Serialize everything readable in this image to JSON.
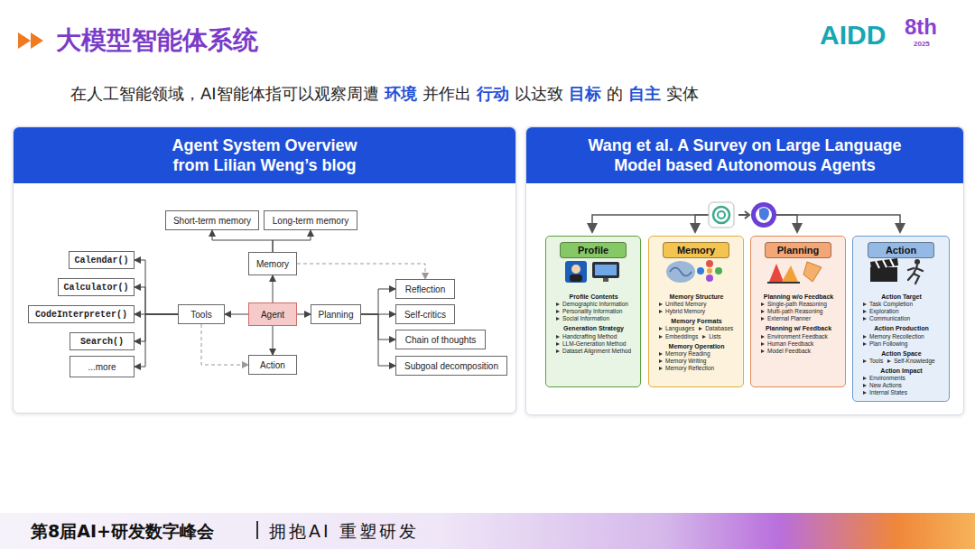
{
  "diagram": {
    "title": "大模型智能体系统",
    "nodes": [
      {
        "text": [
          "Agent System Overview from Lilian Weng’s blog"
        ]
      },
      {
        "text": [
          "Short-term memory"
        ],
        "in": 0
      },
      {
        "text": [
          "Long-term memory"
        ],
        "in": 0
      },
      {
        "text": [
          "Memory"
        ],
        "in": 0
      },
      {
        "text": [
          "Calendar()"
        ],
        "in": 0
      },
      {
        "text": [
          "Calculator()"
        ],
        "in": 0
      },
      {
        "text": [
          "CodeInterpreter()"
        ],
        "in": 0
      },
      {
        "text": [
          "Search()"
        ],
        "in": 0
      },
      {
        "text": [
          "...more"
        ],
        "in": 0
      },
      {
        "text": [
          "Tools"
        ],
        "in": 0
      },
      {
        "text": [
          "Agent"
        ],
        "in": 0
      },
      {
        "text": [
          "Planning"
        ],
        "in": 0
      },
      {
        "text": [
          "Reflection"
        ],
        "in": 0
      },
      {
        "text": [
          "Self-critics"
        ],
        "in": 0
      },
      {
        "text": [
          "Chain of thoughts"
        ],
        "in": 0
      },
      {
        "text": [
          "Subgoal decomposition"
        ],
        "in": 0
      },
      {
        "text": [
          "Action"
        ],
        "in": 0
      },
      {
        "text": [
          "Wang et al. A Survey on Large Language Model based Autonomous Agents"
        ]
      },
      {
        "text": [
          "Profile",
          "Profile Contents",
          "Demographic Information",
          "Personality Information",
          "Social Information",
          "Generation Strategy",
          "Handcrafting Method",
          "LLM-Generation Method",
          "Dataset Alignment Method"
        ],
        "in": 17
      },
      {
        "text": [
          "Memory",
          "Memory Structure",
          "Unified Memory",
          "Hybrid Memory",
          "Memory Formats",
          "Languages",
          "Databases",
          "Embeddings",
          "Lists",
          "Memory Operation",
          "Memory Reading",
          "Memory Writing",
          "Memory Reflection"
        ],
        "in": 17
      },
      {
        "text": [
          "Planning",
          "Planning w/o Feedback",
          "Single-path Reasoning",
          "Multi-path Reasoning",
          "External Planner",
          "Planning w/ Feedback",
          "Environment Feedback",
          "Human Feedback",
          "Model Feedback"
        ],
        "in": 17
      },
      {
        "text": [
          "Action",
          "Action Target",
          "Task Completion",
          "Exploration",
          "Communication",
          "Action Production",
          "Memory Recollection",
          "Plan Following",
          "Action Space",
          "Tools",
          "Self-Knowledge",
          "Action Impact",
          "Environments",
          "New Actions",
          "Internal States"
        ],
        "in": 17
      }
    ],
    "edges": [
      {
        "from": 3,
        "to": 1,
        "arrow": "to"
      },
      {
        "from": 3,
        "to": 2,
        "arrow": "to"
      },
      {
        "from": 10,
        "to": 3,
        "arrow": "to"
      },
      {
        "from": 10,
        "to": 9,
        "arrow": "to"
      },
      {
        "from": 10,
        "to": 11,
        "arrow": "to"
      },
      {
        "from": 10,
        "to": 16,
        "arrow": "to"
      },
      {
        "from": 9,
        "to": 4,
        "arrow": "to"
      },
      {
        "from": 9,
        "to": 5,
        "arrow": "to"
      },
      {
        "from": 9,
        "to": 6,
        "arrow": "to"
      },
      {
        "from": 9,
        "to": 7,
        "arrow": "to"
      },
      {
        "from": 9,
        "to": 8,
        "arrow": "to"
      },
      {
        "from": 11,
        "to": 12,
        "arrow": "to"
      },
      {
        "from": 11,
        "to": 13,
        "arrow": "to"
      },
      {
        "from": 11,
        "to": 14,
        "arrow": "to"
      },
      {
        "from": 11,
        "to": 15,
        "arrow": "to"
      },
      {
        "from": 3,
        "to": 12,
        "arrow": "to"
      },
      {
        "from": 9,
        "to": 16,
        "arrow": "to"
      }
    ],
    "labels": [
      "在人工智能领域，AI智能体指可以观察周遭",
      "环境",
      "并作出",
      "行动",
      "以达致",
      "目标",
      "的",
      "自主",
      "实体",
      "AIDD",
      "8th",
      "2025",
      "第8届AI+研发数字峰会",
      "拥抱AI 重塑研发"
    ]
  }
}
